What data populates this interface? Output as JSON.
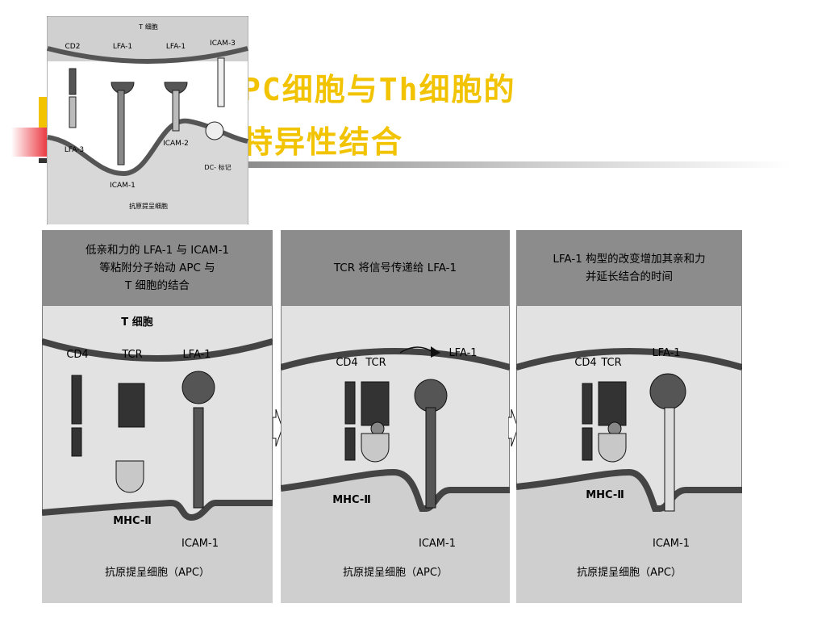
{
  "slide": {
    "title_line1": "PC细胞与Th细胞的",
    "title_line2": "特异性结合",
    "colors": {
      "title": "#f2c300",
      "accent_red": "#e8202a"
    }
  },
  "inset": {
    "top_cell": "T 细胞",
    "bottom_cell": "抗原提呈细胞",
    "labels": {
      "cd2": "CD2",
      "lfa1_a": "LFA-1",
      "lfa1_b": "LFA-1",
      "icam3": "ICAM-3",
      "lfa3": "LFA-3",
      "icam2": "ICAM-2",
      "icam1": "ICAM-1",
      "dc": "DC- 标记"
    }
  },
  "panels": [
    {
      "header": [
        "低亲和力的 LFA-1 与 ICAM-1",
        "等粘附分子始动 APC 与",
        "T 细胞的结合"
      ],
      "cell_top": "T 细胞",
      "labels": {
        "cd4": "CD4",
        "tcr": "TCR",
        "lfa1": "LFA-1",
        "mhc": "MHC-Ⅱ",
        "icam1": "ICAM-1"
      },
      "apc": "抗原提呈细胞（APC）"
    },
    {
      "header": [
        "TCR 将信号传递给 LFA-1"
      ],
      "labels": {
        "cd4": "CD4",
        "tcr": "TCR",
        "lfa1": "LFA-1",
        "mhc": "MHC-Ⅱ",
        "icam1": "ICAM-1"
      },
      "apc": "抗原提呈细胞（APC）"
    },
    {
      "header": [
        "LFA-1 构型的改变增加其亲和力",
        "并延长结合的时间"
      ],
      "labels": {
        "cd4": "CD4",
        "tcr": "TCR",
        "lfa1": "LFA-1",
        "mhc": "MHC-Ⅱ",
        "icam1": "ICAM-1"
      },
      "apc": "抗原提呈细胞（APC）"
    }
  ]
}
